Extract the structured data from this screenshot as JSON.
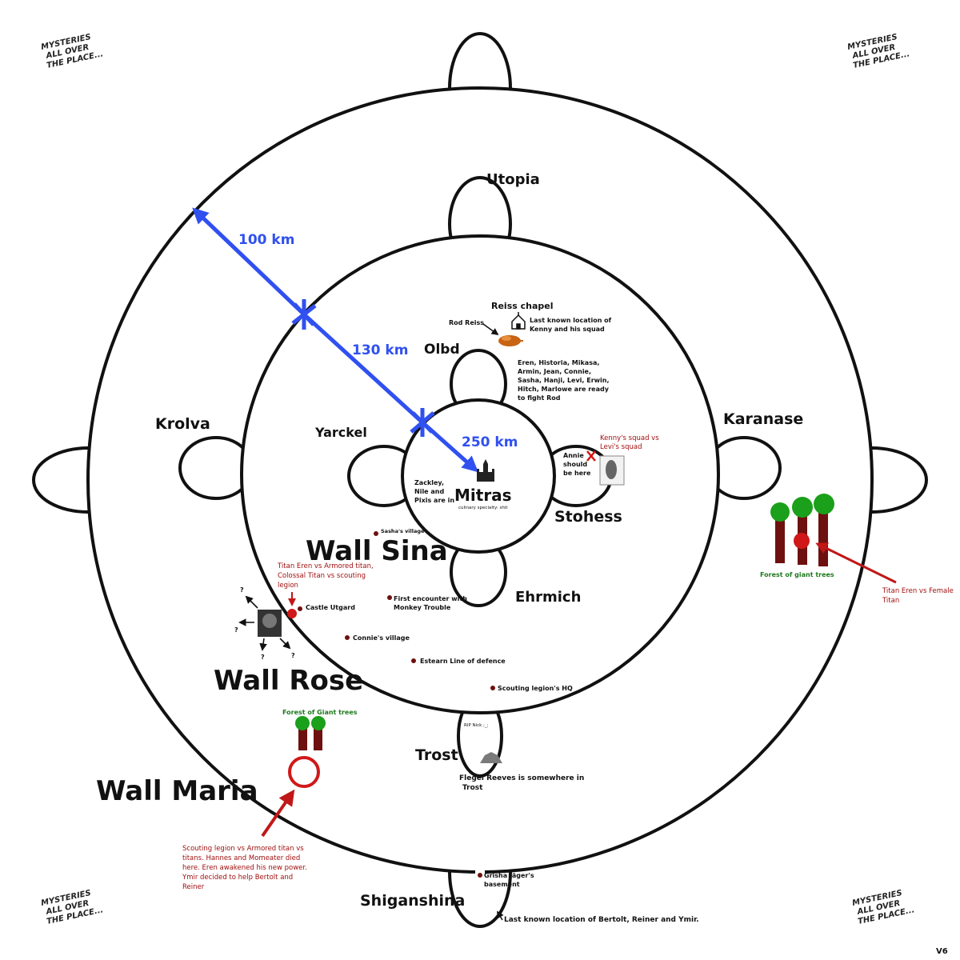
{
  "watermark": [
    "MYSTERIES",
    "ALL OVER",
    "THE PLACE..."
  ],
  "version": "V6",
  "walls": {
    "maria": "Wall Maria",
    "rose": "Wall Rose",
    "sina": "Wall Sina"
  },
  "districts": {
    "utopia": "Utopia",
    "krolva": "Krolva",
    "karanase": "Karanase",
    "yarckel": "Yarckel",
    "olbd": "Olbd",
    "stohess": "Stohess",
    "ehrmich": "Ehrmich",
    "trost": "Trost",
    "shiganshina": "Shiganshina",
    "mitras": "Mitras"
  },
  "distances": {
    "d1": "100 km",
    "d2": "130 km",
    "d3": "250 km"
  },
  "labels": {
    "reiss_chapel": "Reiss chapel",
    "rod_reiss": "Rod Reiss",
    "kenny_loc": [
      "Last known location of",
      "Kenny and his squad"
    ],
    "eren_group": [
      "Eren, Historia, Mikasa,",
      "Armin, Jean, Connie,",
      "Sasha, Hanji, Levi, Erwin,",
      "Hitch, Marlowe are ready",
      "to fight Rod"
    ],
    "kenny_vs_levi": [
      "Kenny's squad vs",
      "Levi's squad"
    ],
    "annie": [
      "Annie",
      "should",
      "be here"
    ],
    "zackley": [
      "Zackley,",
      "Nile and",
      "Pixis are in"
    ],
    "mitras_specialty": "culinary specialty: shit",
    "sashas_village": "Sasha's village",
    "titan_eren_armored": [
      "Titan Eren vs Armored titan,",
      "Colossal Titan vs scouting",
      "legion"
    ],
    "castle_utgard": "Castle Utgard",
    "first_encounter": [
      "First encounter with",
      "Monkey Trouble"
    ],
    "connies_village": "Connie's village",
    "eastern_line": "Estearn Line of defence",
    "scouting_hq": "Scouting legion's HQ",
    "rip_nick": "RIP Nick ;_;",
    "flegel": [
      "Flegel  Reeves is somewhere in",
      "Trost"
    ],
    "forest_right": "Forest of giant trees",
    "female_titan": [
      "Titan Eren vs Female",
      "Titan"
    ],
    "forest_left": "Forest of Giant trees",
    "scouting_armored": [
      "Scouting legion vs Armored titan vs",
      "titans. Hannes and Momeater died",
      "here. Eren awakened his new power.",
      "Ymir decided to help Bertolt and",
      "Reiner"
    ],
    "grisha": [
      "Grisha Jäger's",
      "basement"
    ],
    "last_known_bertolt": "Last known location of Bertolt, Reiner and Ymir.",
    "question": "?"
  },
  "colors": {
    "red": "#a01010",
    "green": "#1e7a1e",
    "blue": "#3050f0",
    "tree_trunk": "#6e1010",
    "tree_top": "#1aa01a"
  }
}
